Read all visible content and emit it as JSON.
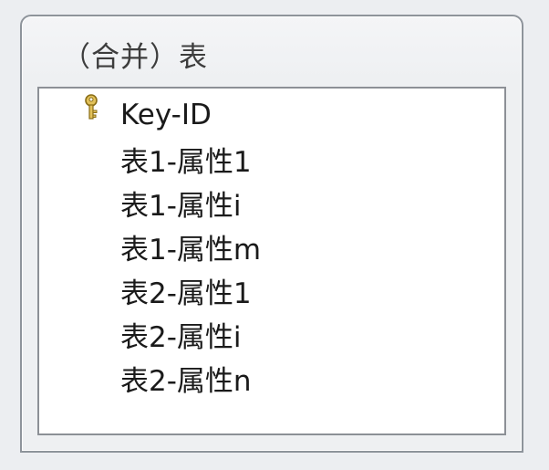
{
  "table": {
    "title": "（合并）表",
    "fields": [
      {
        "label": "Key-ID",
        "icon": "primary-key-icon"
      },
      {
        "label": "表1-属性1",
        "icon": ""
      },
      {
        "label": "表1-属性i",
        "icon": ""
      },
      {
        "label": "表1-属性m",
        "icon": ""
      },
      {
        "label": "表2-属性1",
        "icon": ""
      },
      {
        "label": "表2-属性i",
        "icon": ""
      },
      {
        "label": "表2-属性n",
        "icon": ""
      }
    ]
  },
  "colors": {
    "key_icon": "#c9a63a",
    "border": "#8e949b",
    "header_background": "#eef0f2"
  }
}
